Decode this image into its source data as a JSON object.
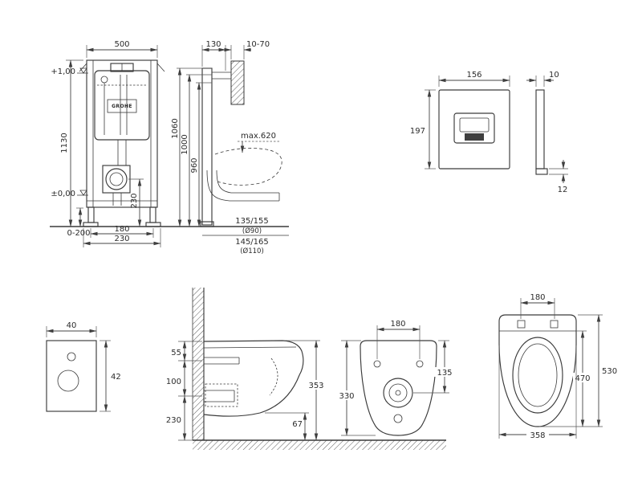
{
  "drawing": {
    "background": "#ffffff",
    "line_color": "#3a3a3a"
  },
  "frame_view": {
    "brand": "GROHE",
    "dims": {
      "width": "500",
      "height": "1130",
      "depth": "130",
      "wall_gap": "10-70",
      "level_plus": "+1,00",
      "level_zero": "±0,00",
      "rail_h1": "1060",
      "rail_h2": "1000",
      "rail_h3": "960",
      "max_bowl": "max.620",
      "outlet_height": "230",
      "feet_range": "0-200",
      "bottom_w1": "180",
      "bottom_w2": "230",
      "pipe1": "135/155",
      "pipe1_dia": "(Ø90)",
      "pipe2": "145/165",
      "pipe2_dia": "(Ø110)"
    }
  },
  "flush_plate": {
    "width": "156",
    "height": "197",
    "thickness": "10",
    "bottom_depth": "12"
  },
  "gasket": {
    "width": "40",
    "height": "42"
  },
  "bowl_side": {
    "flush_offset": "55",
    "drain_offset": "100",
    "drain_height": "230",
    "total_height": "353",
    "bottom_gap": "67"
  },
  "bowl_front": {
    "hole_spacing": "180",
    "top_to_center": "135",
    "height": "330"
  },
  "bowl_top": {
    "hinge_spacing": "180",
    "inner_length": "470",
    "length": "530",
    "width": "358"
  }
}
